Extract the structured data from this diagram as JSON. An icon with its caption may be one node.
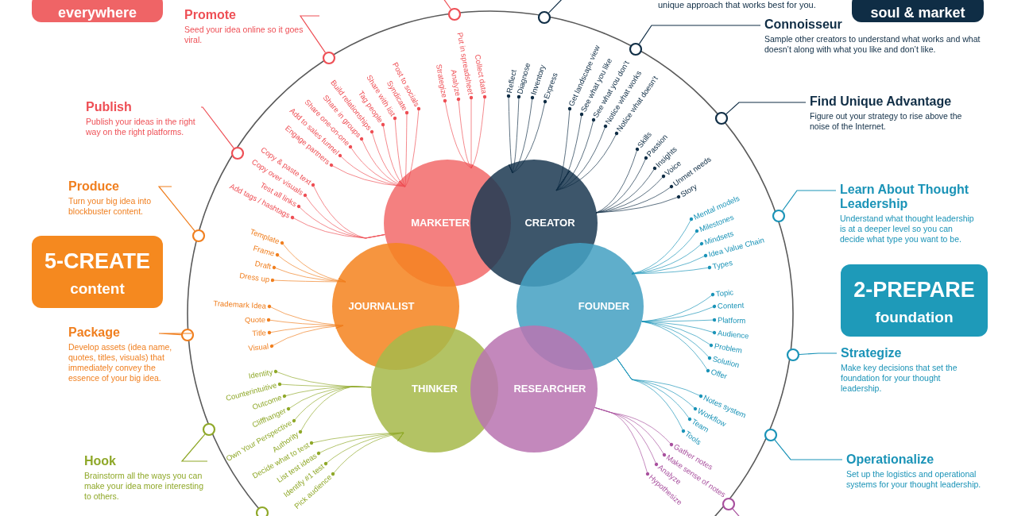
{
  "diagram": {
    "nodes": [
      {
        "text": [
          "everywhere"
        ]
      },
      {
        "text": [
          "soul & market"
        ]
      },
      {
        "text": [
          "Promote",
          "Seed your idea online so it goes viral."
        ]
      },
      {
        "text": [
          "Publish",
          "Publish your ideas in the right way on the right platforms."
        ]
      },
      {
        "text": [
          "Produce",
          "Turn your big idea into blockbuster content."
        ]
      },
      {
        "text": [
          "5-CREATE",
          "content"
        ]
      },
      {
        "text": [
          "Package",
          "Develop assets (idea name, quotes, titles, visuals) that immediately convey the essence of your big idea."
        ]
      },
      {
        "text": [
          "Hook",
          "Brainstorm all the ways you can make your idea more interesting to others."
        ]
      },
      {
        "text": [
          "Connoisseur",
          "Sample other creators to understand what works and what doesn’t along with what you like and don’t like."
        ]
      },
      {
        "text": [
          "Find Unique Advantage",
          "Figure out your strategy to rise above the noise of the Internet."
        ]
      },
      {
        "text": [
          "Learn About Thought Leadership",
          "Understand what thought leadership is at a deeper level so you can decide what type you want to be."
        ]
      },
      {
        "text": [
          "2-PREPARE",
          "foundation"
        ]
      },
      {
        "text": [
          "Strategize",
          "Make key decisions that set the foundation for your thought leadership."
        ]
      },
      {
        "text": [
          "Operationalize",
          "Set up the logistics and operational systems for your thought leadership."
        ]
      },
      {
        "text": [],
        "shape": "circle"
      },
      {
        "text": [],
        "shape": "circle"
      },
      {
        "text": [],
        "shape": "circle"
      },
      {
        "text": [],
        "shape": "circle"
      },
      {
        "text": [],
        "shape": "circle"
      },
      {
        "text": [],
        "shape": "circle"
      },
      {
        "text": [],
        "shape": "circle"
      },
      {
        "text": [],
        "shape": "circle"
      },
      {
        "text": [],
        "shape": "circle"
      },
      {
        "text": [],
        "shape": "circle"
      },
      {
        "text": [],
        "shape": "circle"
      },
      {
        "text": [],
        "shape": "circle"
      },
      {
        "text": [],
        "shape": "circle"
      },
      {
        "text": [],
        "shape": "circle"
      },
      {
        "text": [
          "MARKETER"
        ]
      },
      {
        "text": [
          "CREATOR"
        ]
      },
      {
        "text": [
          "JOURNALIST"
        ]
      },
      {
        "text": [
          "FOUNDER"
        ]
      },
      {
        "text": [
          "THINKER"
        ]
      },
      {
        "text": [
          "RESEARCHER"
        ]
      },
      {
        "text": [
          "Post to socials"
        ]
      },
      {
        "text": [
          "Syndicate"
        ]
      },
      {
        "text": [
          "Share with list"
        ]
      },
      {
        "text": [
          "Tag people"
        ]
      },
      {
        "text": [
          "Build relationships"
        ]
      },
      {
        "text": [
          "Share in groups"
        ]
      },
      {
        "text": [
          "Share one-on-one"
        ]
      },
      {
        "text": [
          "Add to sales funnel"
        ]
      },
      {
        "text": [
          "Engage partners"
        ]
      },
      {
        "text": [
          "Copy & paste text"
        ]
      },
      {
        "text": [
          "Copy over visuals"
        ]
      },
      {
        "text": [
          "Test all links"
        ]
      },
      {
        "text": [
          "Add tags / hashtags"
        ]
      },
      {
        "text": [
          "Strategize"
        ]
      },
      {
        "text": [
          "Analyze"
        ]
      },
      {
        "text": [
          "Put in spreadsheet"
        ]
      },
      {
        "text": [
          "Collect data"
        ]
      },
      {
        "text": [
          "Reflect"
        ]
      },
      {
        "text": [
          "Diagnose"
        ]
      },
      {
        "text": [
          "Inventory"
        ]
      },
      {
        "text": [
          "Express"
        ]
      },
      {
        "text": [
          "Get landscape view"
        ]
      },
      {
        "text": [
          "See what you like"
        ]
      },
      {
        "text": [
          "See what you don’t"
        ]
      },
      {
        "text": [
          "Notice what works"
        ]
      },
      {
        "text": [
          "Notice what doesn’t"
        ]
      },
      {
        "text": [
          "Skills"
        ]
      },
      {
        "text": [
          "Passion"
        ]
      },
      {
        "text": [
          "Insights"
        ]
      },
      {
        "text": [
          "Voice"
        ]
      },
      {
        "text": [
          "Unmet needs"
        ]
      },
      {
        "text": [
          "Story"
        ]
      },
      {
        "text": [
          "Mental models"
        ]
      },
      {
        "text": [
          "Milestones"
        ]
      },
      {
        "text": [
          "Mindsets"
        ]
      },
      {
        "text": [
          "Idea Value Chain"
        ]
      },
      {
        "text": [
          "Types"
        ]
      },
      {
        "text": [
          "Topic"
        ]
      },
      {
        "text": [
          "Content"
        ]
      },
      {
        "text": [
          "Platform"
        ]
      },
      {
        "text": [
          "Audience"
        ]
      },
      {
        "text": [
          "Problem"
        ]
      },
      {
        "text": [
          "Solution"
        ]
      },
      {
        "text": [
          "Offer"
        ]
      },
      {
        "text": [
          "Notes system"
        ]
      },
      {
        "text": [
          "Workflow"
        ]
      },
      {
        "text": [
          "Team"
        ]
      },
      {
        "text": [
          "Tools"
        ]
      },
      {
        "text": [
          "Template"
        ]
      },
      {
        "text": [
          "Frame"
        ]
      },
      {
        "text": [
          "Draft"
        ]
      },
      {
        "text": [
          "Dress up"
        ]
      },
      {
        "text": [
          "Trademark Idea"
        ]
      },
      {
        "text": [
          "Quote"
        ]
      },
      {
        "text": [
          "Title"
        ]
      },
      {
        "text": [
          "Visual"
        ]
      },
      {
        "text": [
          "Identity"
        ]
      },
      {
        "text": [
          "Counterintuitive"
        ]
      },
      {
        "text": [
          "Outcome"
        ]
      },
      {
        "text": [
          "Cliffhanger"
        ]
      },
      {
        "text": [
          "Own Your Perspective"
        ]
      },
      {
        "text": [
          "Authority"
        ]
      },
      {
        "text": [
          "Decide what to test"
        ]
      },
      {
        "text": [
          "List test ideas"
        ]
      },
      {
        "text": [
          "Identify #1 test"
        ]
      },
      {
        "text": [
          "Pick audience"
        ]
      },
      {
        "text": [
          "Gather notes"
        ]
      },
      {
        "text": [
          "Make sense of notes"
        ]
      },
      {
        "text": [
          "Analyze"
        ]
      },
      {
        "text": [
          "Hypothesize"
        ]
      }
    ],
    "edges": [
      {
        "from": 14,
        "to": null,
        "arrow": "none",
        "color": "#ee4f55"
      },
      {
        "from": 15,
        "to": 2,
        "arrow": "none",
        "color": "#ee4f55"
      },
      {
        "from": 16,
        "to": 3,
        "arrow": "none",
        "color": "#ee4f55"
      },
      {
        "from": 17,
        "to": 4,
        "arrow": "none",
        "color": "#f07f1f"
      },
      {
        "from": 18,
        "to": 6,
        "arrow": "none",
        "color": "#f07f1f"
      },
      {
        "from": 19,
        "to": 7,
        "arrow": "none",
        "color": "#8fa829"
      },
      {
        "from": 21,
        "to": null,
        "arrow": "none",
        "color": "#0f2d45"
      },
      {
        "from": 22,
        "to": 8,
        "arrow": "none",
        "color": "#0f2d45"
      },
      {
        "from": 23,
        "to": 9,
        "arrow": "none",
        "color": "#0f2d45"
      },
      {
        "from": 24,
        "to": 10,
        "arrow": "none",
        "color": "#1a93b7"
      },
      {
        "from": 25,
        "to": 12,
        "arrow": "none",
        "color": "#1a93b7"
      },
      {
        "from": 26,
        "to": 13,
        "arrow": "none",
        "color": "#1a93b7"
      },
      {
        "from": 27,
        "to": null,
        "arrow": "none",
        "color": "#a8509e"
      },
      {
        "from": 28,
        "to": 34,
        "arrow": "other",
        "color": "#ee4f55"
      },
      {
        "from": 28,
        "to": 35,
        "arrow": "other",
        "color": "#ee4f55"
      },
      {
        "from": 28,
        "to": 36,
        "arrow": "other",
        "color": "#ee4f55"
      },
      {
        "from": 28,
        "to": 37,
        "arrow": "other",
        "color": "#ee4f55"
      },
      {
        "from": 28,
        "to": 38,
        "arrow": "other",
        "color": "#ee4f55"
      },
      {
        "from": 28,
        "to": 39,
        "arrow": "other",
        "color": "#ee4f55"
      },
      {
        "from": 28,
        "to": 40,
        "arrow": "other",
        "color": "#ee4f55"
      },
      {
        "from": 28,
        "to": 41,
        "arrow": "other",
        "color": "#ee4f55"
      },
      {
        "from": 28,
        "to": 42,
        "arrow": "other",
        "color": "#ee4f55"
      },
      {
        "from": 28,
        "to": 43,
        "arrow": "other",
        "color": "#ee4f55"
      },
      {
        "from": 28,
        "to": 44,
        "arrow": "other",
        "color": "#ee4f55"
      },
      {
        "from": 28,
        "to": 45,
        "arrow": "other",
        "color": "#ee4f55"
      },
      {
        "from": 28,
        "to": 46,
        "arrow": "other",
        "color": "#ee4f55"
      },
      {
        "from": 28,
        "to": 47,
        "arrow": "other",
        "color": "#ee4f55"
      },
      {
        "from": 28,
        "to": 48,
        "arrow": "other",
        "color": "#ee4f55"
      },
      {
        "from": 28,
        "to": 49,
        "arrow": "other",
        "color": "#ee4f55"
      },
      {
        "from": 28,
        "to": 50,
        "arrow": "other",
        "color": "#ee4f55"
      },
      {
        "from": 29,
        "to": 51,
        "arrow": "other",
        "color": "#0f2d45"
      },
      {
        "from": 29,
        "to": 52,
        "arrow": "other",
        "color": "#0f2d45"
      },
      {
        "from": 29,
        "to": 53,
        "arrow": "other",
        "color": "#0f2d45"
      },
      {
        "from": 29,
        "to": 54,
        "arrow": "other",
        "color": "#0f2d45"
      },
      {
        "from": 29,
        "to": 55,
        "arrow": "other",
        "color": "#0f2d45"
      },
      {
        "from": 29,
        "to": 56,
        "arrow": "other",
        "color": "#0f2d45"
      },
      {
        "from": 29,
        "to": 57,
        "arrow": "other",
        "color": "#0f2d45"
      },
      {
        "from": 29,
        "to": 58,
        "arrow": "other",
        "color": "#0f2d45"
      },
      {
        "from": 29,
        "to": 59,
        "arrow": "other",
        "color": "#0f2d45"
      },
      {
        "from": 29,
        "to": 60,
        "arrow": "other",
        "color": "#0f2d45"
      },
      {
        "from": 29,
        "to": 61,
        "arrow": "other",
        "color": "#0f2d45"
      },
      {
        "from": 29,
        "to": 62,
        "arrow": "other",
        "color": "#0f2d45"
      },
      {
        "from": 29,
        "to": 63,
        "arrow": "other",
        "color": "#0f2d45"
      },
      {
        "from": 29,
        "to": 64,
        "arrow": "other",
        "color": "#0f2d45"
      },
      {
        "from": 29,
        "to": 65,
        "arrow": "other",
        "color": "#0f2d45"
      },
      {
        "from": 31,
        "to": 66,
        "arrow": "other",
        "color": "#1a93b7"
      },
      {
        "from": 31,
        "to": 67,
        "arrow": "other",
        "color": "#1a93b7"
      },
      {
        "from": 31,
        "to": 68,
        "arrow": "other",
        "color": "#1a93b7"
      },
      {
        "from": 31,
        "to": 69,
        "arrow": "other",
        "color": "#1a93b7"
      },
      {
        "from": 31,
        "to": 70,
        "arrow": "other",
        "color": "#1a93b7"
      },
      {
        "from": 31,
        "to": 71,
        "arrow": "other",
        "color": "#1a93b7"
      },
      {
        "from": 31,
        "to": 72,
        "arrow": "other",
        "color": "#1a93b7"
      },
      {
        "from": 31,
        "to": 73,
        "arrow": "other",
        "color": "#1a93b7"
      },
      {
        "from": 31,
        "to": 74,
        "arrow": "other",
        "color": "#1a93b7"
      },
      {
        "from": 31,
        "to": 75,
        "arrow": "other",
        "color": "#1a93b7"
      },
      {
        "from": 31,
        "to": 76,
        "arrow": "other",
        "color": "#1a93b7"
      },
      {
        "from": 31,
        "to": 77,
        "arrow": "other",
        "color": "#1a93b7"
      },
      {
        "from": 31,
        "to": 78,
        "arrow": "other",
        "color": "#1a93b7"
      },
      {
        "from": 31,
        "to": 79,
        "arrow": "other",
        "color": "#1a93b7"
      },
      {
        "from": 31,
        "to": 80,
        "arrow": "other",
        "color": "#1a93b7"
      },
      {
        "from": 31,
        "to": 81,
        "arrow": "other",
        "color": "#1a93b7"
      },
      {
        "from": 30,
        "to": 82,
        "arrow": "other",
        "color": "#f07f1f"
      },
      {
        "from": 30,
        "to": 83,
        "arrow": "other",
        "color": "#f07f1f"
      },
      {
        "from": 30,
        "to": 84,
        "arrow": "other",
        "color": "#f07f1f"
      },
      {
        "from": 30,
        "to": 85,
        "arrow": "other",
        "color": "#f07f1f"
      },
      {
        "from": 30,
        "to": 86,
        "arrow": "other",
        "color": "#f07f1f"
      },
      {
        "from": 30,
        "to": 87,
        "arrow": "other",
        "color": "#f07f1f"
      },
      {
        "from": 30,
        "to": 88,
        "arrow": "other",
        "color": "#f07f1f"
      },
      {
        "from": 30,
        "to": 89,
        "arrow": "other",
        "color": "#f07f1f"
      },
      {
        "from": 32,
        "to": 90,
        "arrow": "other",
        "color": "#8fa829"
      },
      {
        "from": 32,
        "to": 91,
        "arrow": "other",
        "color": "#8fa829"
      },
      {
        "from": 32,
        "to": 92,
        "arrow": "other",
        "color": "#8fa829"
      },
      {
        "from": 32,
        "to": 93,
        "arrow": "other",
        "color": "#8fa829"
      },
      {
        "from": 32,
        "to": 94,
        "arrow": "other",
        "color": "#8fa829"
      },
      {
        "from": 32,
        "to": 95,
        "arrow": "other",
        "color": "#8fa829"
      },
      {
        "from": 32,
        "to": 96,
        "arrow": "other",
        "color": "#8fa829"
      },
      {
        "from": 32,
        "to": 97,
        "arrow": "other",
        "color": "#8fa829"
      },
      {
        "from": 32,
        "to": 98,
        "arrow": "other",
        "color": "#8fa829"
      },
      {
        "from": 32,
        "to": 99,
        "arrow": "other",
        "color": "#8fa829"
      },
      {
        "from": 33,
        "to": 100,
        "arrow": "other",
        "color": "#a8509e"
      },
      {
        "from": 33,
        "to": 101,
        "arrow": "other",
        "color": "#a8509e"
      },
      {
        "from": 33,
        "to": 102,
        "arrow": "other",
        "color": "#a8509e"
      },
      {
        "from": 33,
        "to": 103,
        "arrow": "other",
        "color": "#a8509e"
      }
    ],
    "labels": [
      "unique approach that works best for you."
    ]
  }
}
